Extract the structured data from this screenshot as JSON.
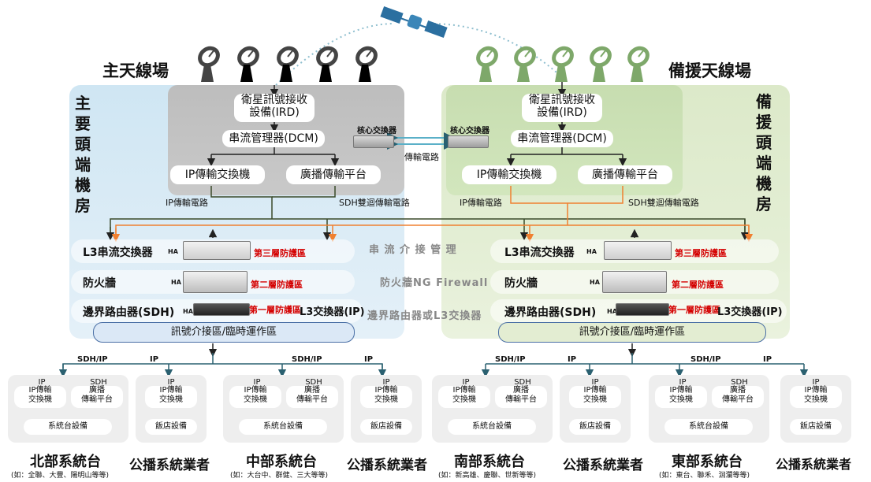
{
  "sites": {
    "main_title": "主天線場",
    "backup_title": "備援天線場",
    "main_room": "主要頭端機房",
    "backup_room": "備援頭端機房"
  },
  "colors": {
    "main_bg": "#d4e8f4",
    "backup_bg": "#e0ecd0",
    "main_antenna": "#444444",
    "backup_antenna": "#7ea86a",
    "orange": "#f08030",
    "dark_line": "#3a4a2a",
    "blue": "#4a6fa5",
    "red": "#d40000"
  },
  "main_core": {
    "ird": "衛星訊號接收\n設備(IRD)",
    "dcm": "串流管理器(DCM)",
    "ip_switch": "IP傳輸交換機",
    "broadcast": "廣播傳輸平台",
    "core_switch": "核心交換器"
  },
  "backup_core": {
    "ird": "衛星訊號接收\n設備(IRD)",
    "dcm": "串流管理器(DCM)",
    "ip_switch": "IP傳輸交換機",
    "broadcast": "廣播傳輸平台",
    "core_switch": "核心交換器"
  },
  "links": {
    "transmission": "傳輸電路",
    "ip_circuit": "IP傳輸電路",
    "sdh_circuit": "SDH雙迴傳輸電路"
  },
  "layers": {
    "l3_switch": "L3串流交換器",
    "firewall": "防火牆",
    "edge_router": "邊界路由器(SDH)",
    "l3_ip": "L3交換器(IP)",
    "ha": "HA",
    "layer3": "第三層防護區",
    "layer2": "第二層防護區",
    "layer1": "第一層防護區",
    "signal_zone": "訊號介接區/臨時運作區"
  },
  "middle": {
    "stream": "串 流 介 接 管 理",
    "firewall": "防火牆NG Firewall",
    "router": "邊界路由器或L3交換器"
  },
  "branch_labels": {
    "sdh_ip": "SDH/IP",
    "ip": "IP"
  },
  "regions": [
    {
      "name": "北部系統台",
      "note": "(如：全聯、大豐、陽明山等等)",
      "ip": "IP",
      "ip_switch": "IP傳輸\n交換機",
      "sdh": "SDH",
      "broadcast": "廣播\n傳輸平台",
      "system": "系統台設備"
    },
    {
      "name": "中部系統台",
      "note": "(如：大台中、群健、三大等等)",
      "ip": "IP",
      "ip_switch": "IP傳輸\n交換機",
      "sdh": "SDH",
      "broadcast": "廣播\n傳輸平台",
      "system": "系統台設備"
    },
    {
      "name": "南部系統台",
      "note": "(如：新高雄、慶聯、世新等等)",
      "ip": "IP",
      "ip_switch": "IP傳輸\n交換機",
      "sdh": "SDH",
      "broadcast": "廣播\n傳輸平台",
      "system": "系統台設備"
    },
    {
      "name": "東部系統台",
      "note": "(如：東台、聯禾、洄瀾等等)",
      "ip": "IP",
      "ip_switch": "IP傳輸\n交換機",
      "sdh": "SDH",
      "broadcast": "廣播\n傳輸平台",
      "system": "系統台設備"
    }
  ],
  "public": {
    "name": "公播系統業者",
    "ip": "IP",
    "ip_switch": "IP傳輸\n交換機",
    "hotel": "飯店設備"
  }
}
